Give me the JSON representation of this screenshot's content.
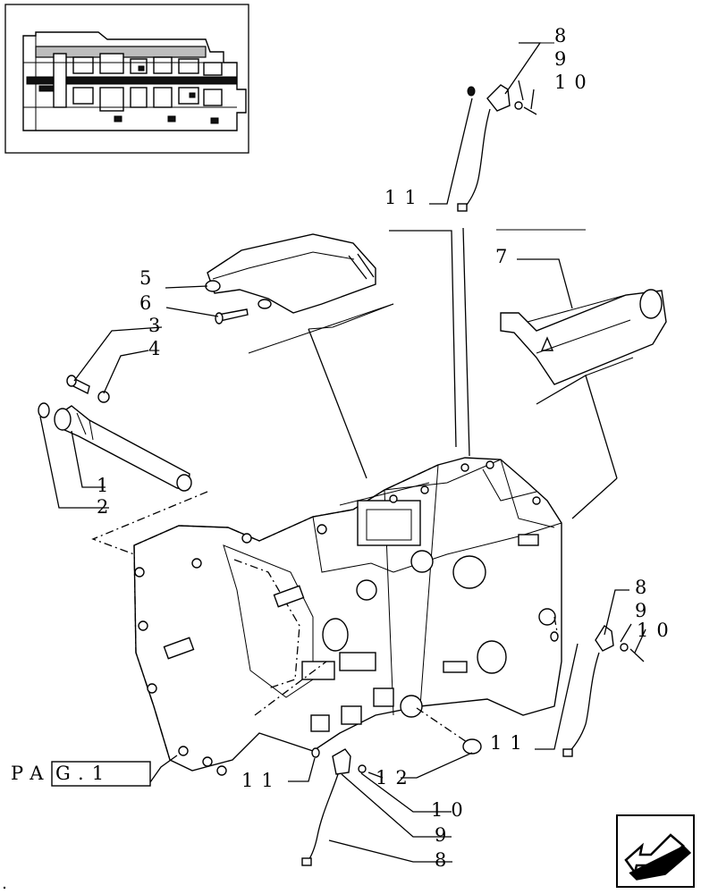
{
  "callouts": {
    "c1": "1",
    "c2": "2",
    "c3": "3",
    "c4": "4",
    "c5": "5",
    "c6": "6",
    "c7": "7",
    "top_8": "8",
    "top_9": "9",
    "top_10": "10",
    "top_11": "11",
    "right_8": "8",
    "right_9": "9",
    "right_10": "10",
    "right_11": "11",
    "bottom_11": "11",
    "c12": "12",
    "bottom_10": "10",
    "bottom_9": "9",
    "bottom_8": "8"
  },
  "page_ref": {
    "prefix": "PA",
    "boxed": "G.1"
  },
  "icons": {
    "nav": "next-page-arrow-icon",
    "thumbnail": "transmission-section-thumbnail"
  }
}
